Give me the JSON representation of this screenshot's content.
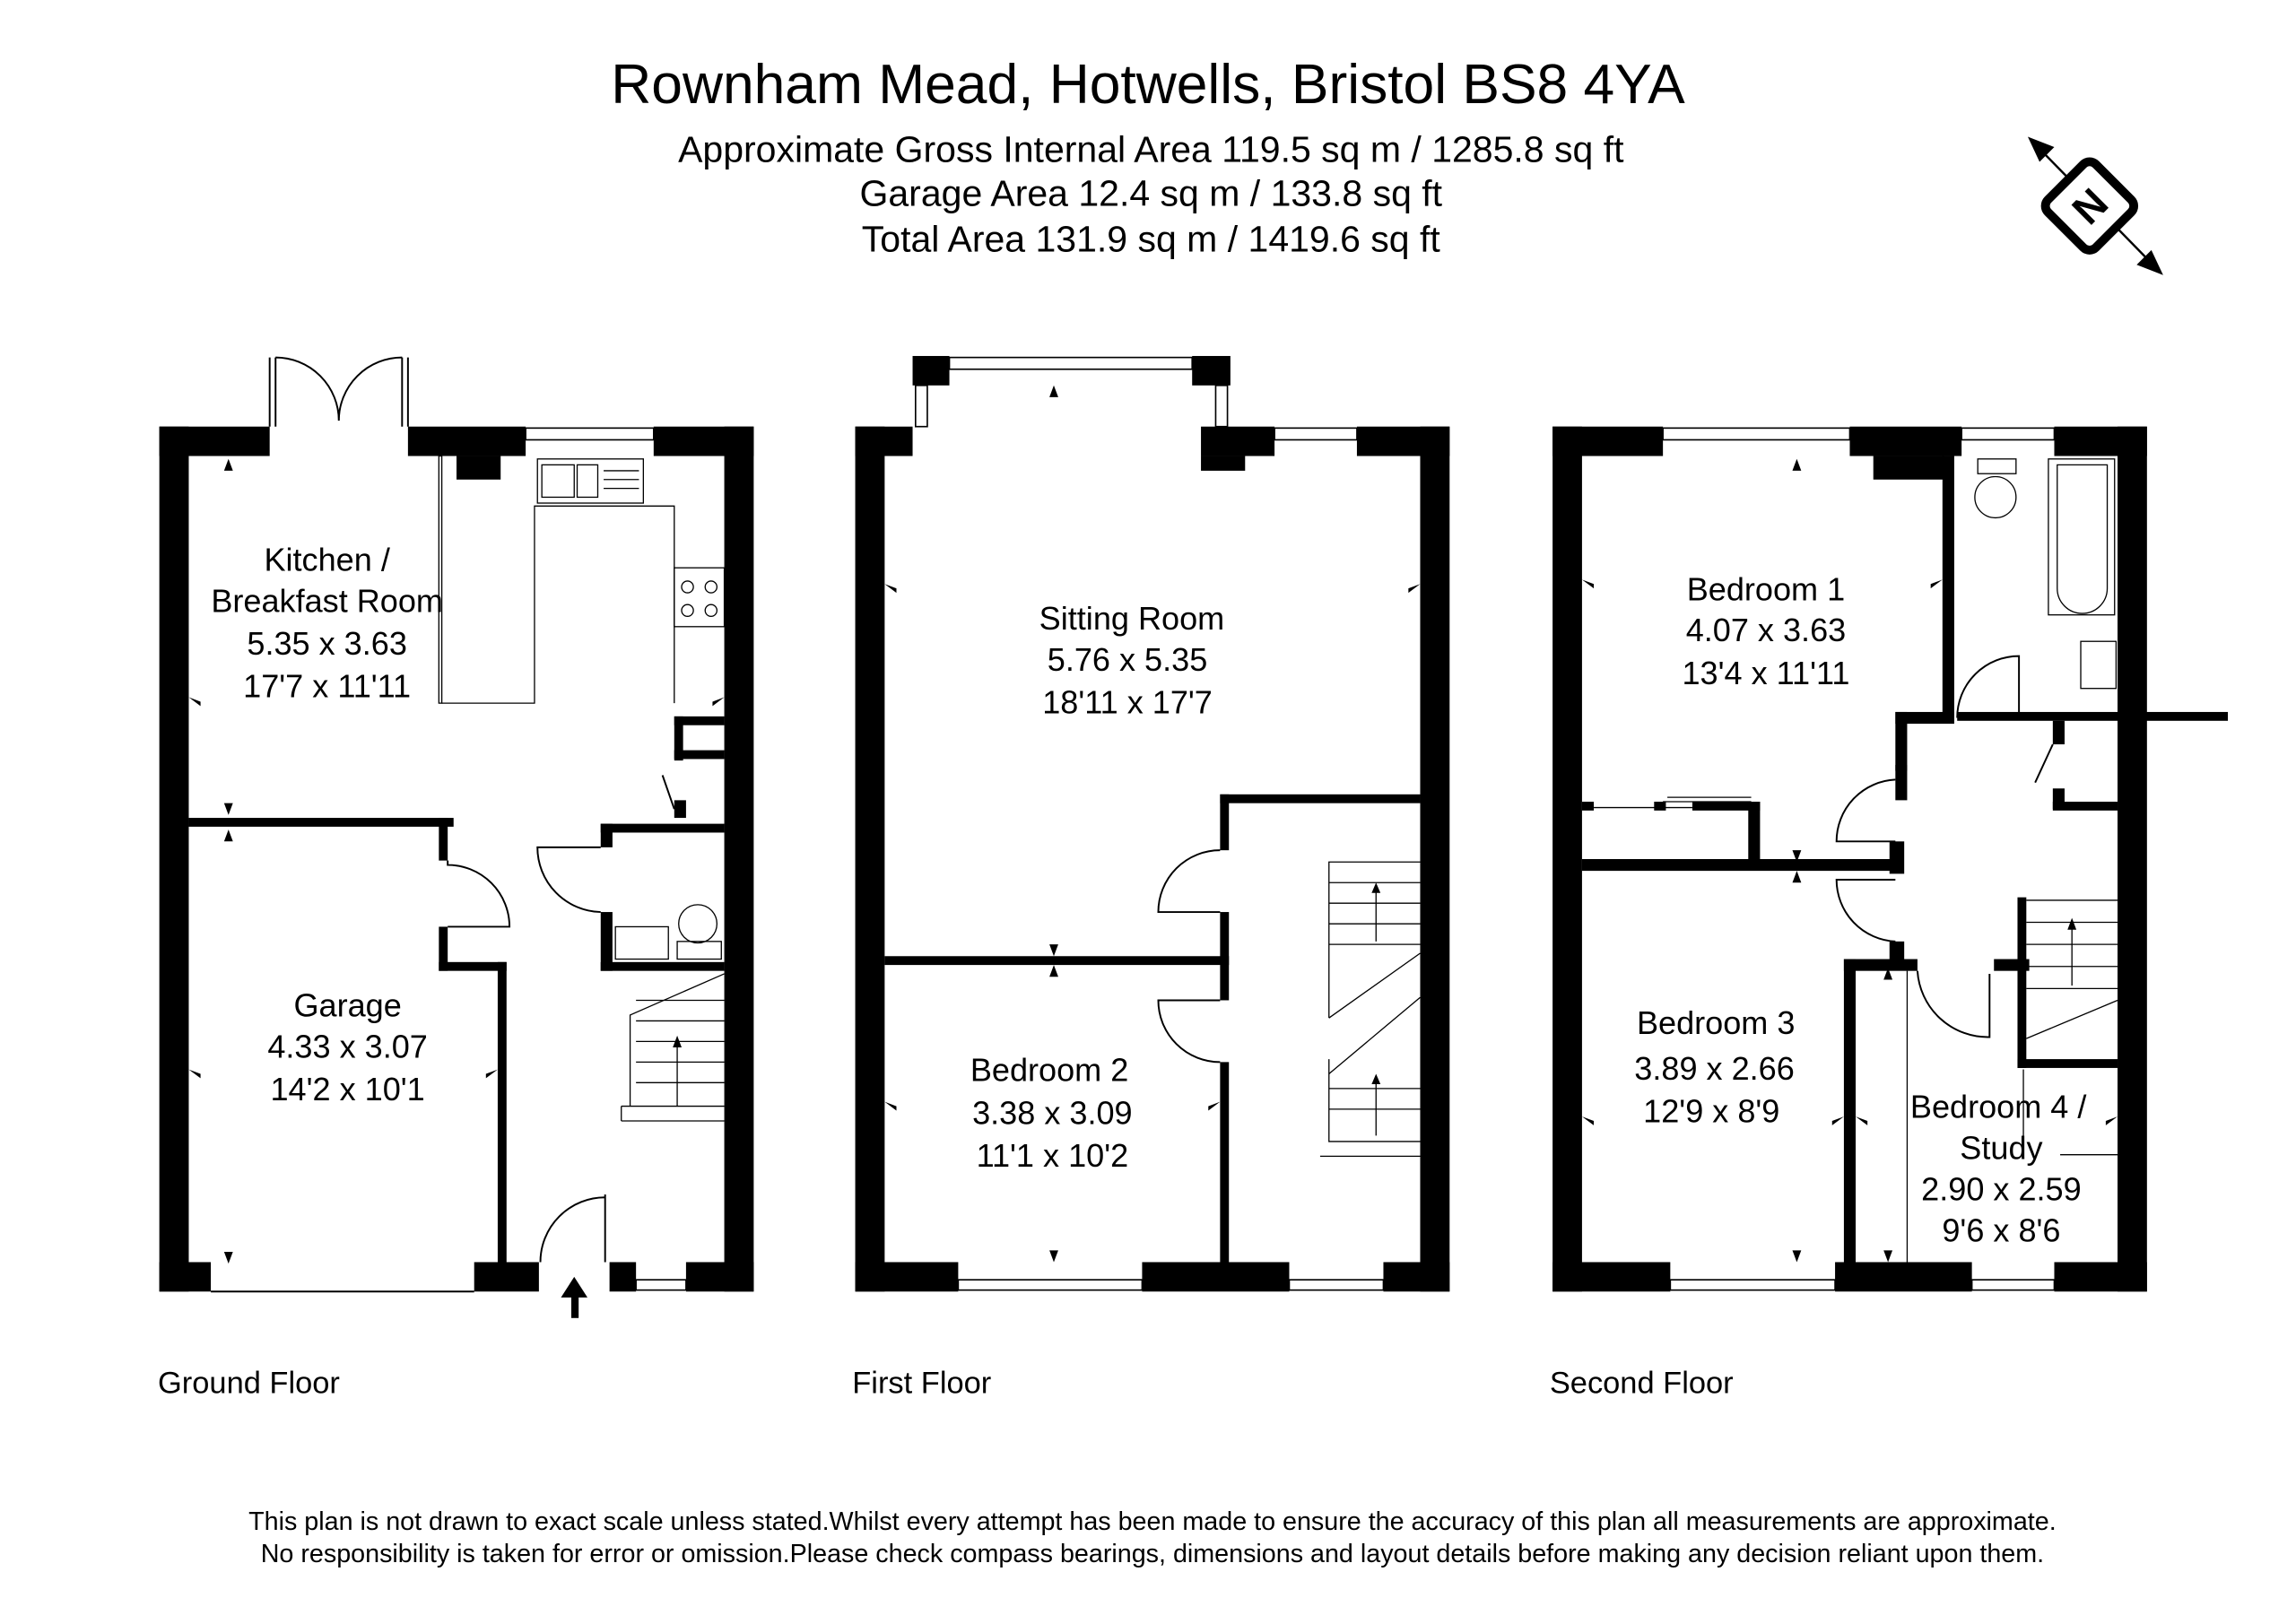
{
  "header": {
    "title": "Rownham Mead, Hotwells, Bristol BS8 4YA",
    "gross_area": "Approximate Gross Internal Area  119.5  sq m / 1285.8 sq ft",
    "garage_area": "Garage Area 12.4 sq m / 133.8 sq ft",
    "total_area": "Total Area 131.9 sq m / 1419.6 sq ft"
  },
  "compass": {
    "label": "N",
    "icon": "north-compass-icon"
  },
  "floors": {
    "ground": {
      "label": "Ground Floor",
      "rooms": {
        "kitchen": {
          "name_line1": "Kitchen /",
          "name_line2": "Breakfast Room",
          "metric": "5.35 x 3.63",
          "imperial": "17'7 x 11'11"
        },
        "garage": {
          "name": "Garage",
          "metric": "4.33 x 3.07",
          "imperial": "14'2 x 10'1"
        }
      }
    },
    "first": {
      "label": "First Floor",
      "rooms": {
        "sitting": {
          "name": "Sitting Room",
          "metric": "5.76 x 5.35",
          "imperial": "18'11 x 17'7"
        },
        "bedroom2": {
          "name": "Bedroom 2",
          "metric": "3.38 x 3.09",
          "imperial": "11'1 x 10'2"
        }
      }
    },
    "second": {
      "label": "Second Floor",
      "rooms": {
        "bedroom1": {
          "name": "Bedroom 1",
          "metric": "4.07 x 3.63",
          "imperial": "13'4 x 11'11"
        },
        "bedroom3": {
          "name": "Bedroom 3",
          "metric": "3.89 x 2.66",
          "imperial": "12'9 x 8'9"
        },
        "bedroom4": {
          "name_line1": "Bedroom 4 /",
          "name_line2": "Study",
          "metric": "2.90 x 2.59",
          "imperial": "9'6 x 8'6"
        }
      }
    }
  },
  "disclaimer": {
    "line1": "This plan is not drawn to exact scale unless stated.Whilst every attempt has been made to ensure the accuracy of this plan all measurements are approximate.",
    "line2": "No responsibility is taken for error or omission.Please check compass bearings, dimensions and layout details before making any decision reliant upon them."
  }
}
